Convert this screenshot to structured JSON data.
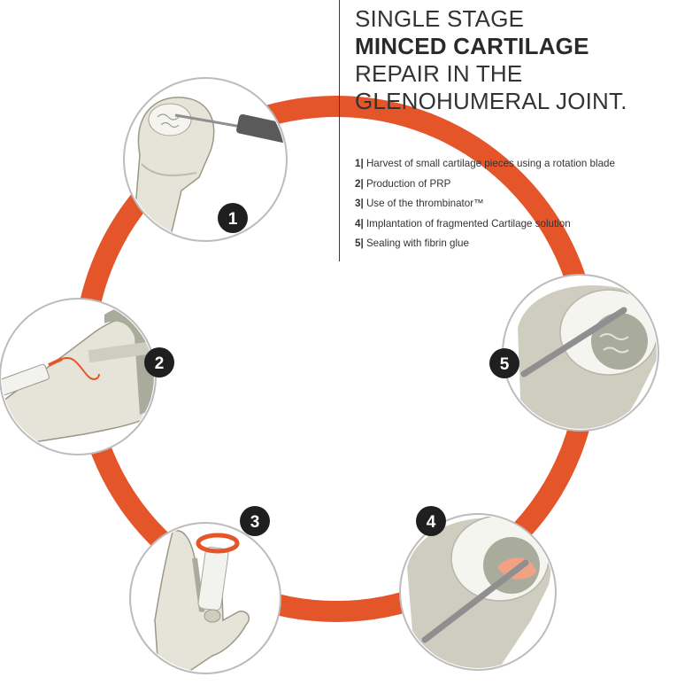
{
  "title": {
    "line1": "SINGLE STAGE",
    "line2": "MINCED CARTILAGE",
    "line3": "REPAIR IN THE",
    "line4": "GLENOHUMERAL JOINT."
  },
  "steps": [
    {
      "num": "1|",
      "text": "Harvest of small cartilage pieces using a rotation blade"
    },
    {
      "num": "2|",
      "text": "Production of PRP"
    },
    {
      "num": "3|",
      "text": "Use of the thrombinator™"
    },
    {
      "num": "4|",
      "text": "Implantation of fragmented Cartilage solution"
    },
    {
      "num": "5|",
      "text": "Sealing with fibrin glue"
    }
  ],
  "badges": [
    "1",
    "2",
    "3",
    "4",
    "5"
  ],
  "colors": {
    "ring": "#e4552a",
    "badge": "#1f1f1f",
    "bone": "#e6e4d8",
    "bone_shadow": "#cfcdbf",
    "glove": "#a9ab9c",
    "cartilage": "#f5f5ef",
    "instrument": "#8f8f8f"
  }
}
